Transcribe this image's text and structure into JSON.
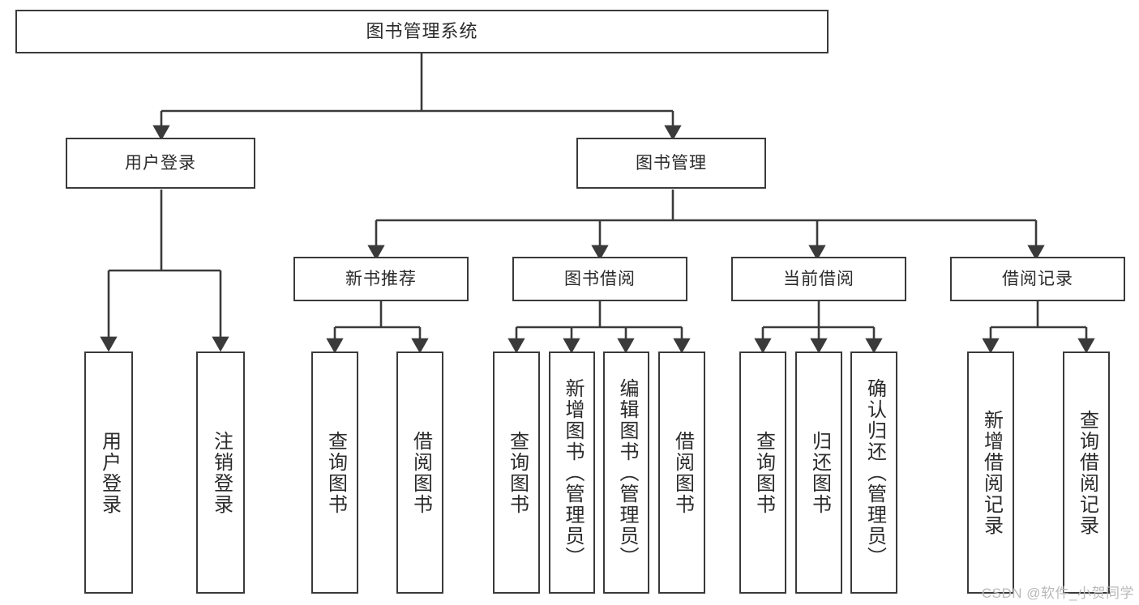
{
  "diagram": {
    "title": "图书管理系统",
    "type": "tree",
    "watermark": "CSDN @软件_小贺同学",
    "colors": {
      "box_border": "#3a3a3a",
      "box_fill": "#ffffff",
      "connector": "#3a3a3a",
      "text": "#2b2b2b",
      "watermark": "#b9b9b9"
    },
    "nodes": {
      "root": {
        "label": "图书管理系统"
      },
      "tier2": [
        {
          "label": "用户登录"
        },
        {
          "label": "图书管理"
        }
      ],
      "tier3": [
        {
          "label": "新书推荐"
        },
        {
          "label": "图书借阅"
        },
        {
          "label": "当前借阅"
        },
        {
          "label": "借阅记录"
        }
      ],
      "leaves": {
        "user_login": [
          {
            "label": "用户登录"
          },
          {
            "label": "注销登录"
          }
        ],
        "new_book": [
          {
            "label": "查询图书"
          },
          {
            "label": "借阅图书"
          }
        ],
        "book_borrow": [
          {
            "label": "查询图书"
          },
          {
            "label": "新增图书（管理员）"
          },
          {
            "label": "编辑图书（管理员）"
          },
          {
            "label": "借阅图书"
          }
        ],
        "current_borrow": [
          {
            "label": "查询图书"
          },
          {
            "label": "归还图书"
          },
          {
            "label": "确认归还（管理员）"
          }
        ],
        "borrow_record": [
          {
            "label": "新增借阅记录"
          },
          {
            "label": "查询借阅记录"
          }
        ]
      }
    }
  }
}
